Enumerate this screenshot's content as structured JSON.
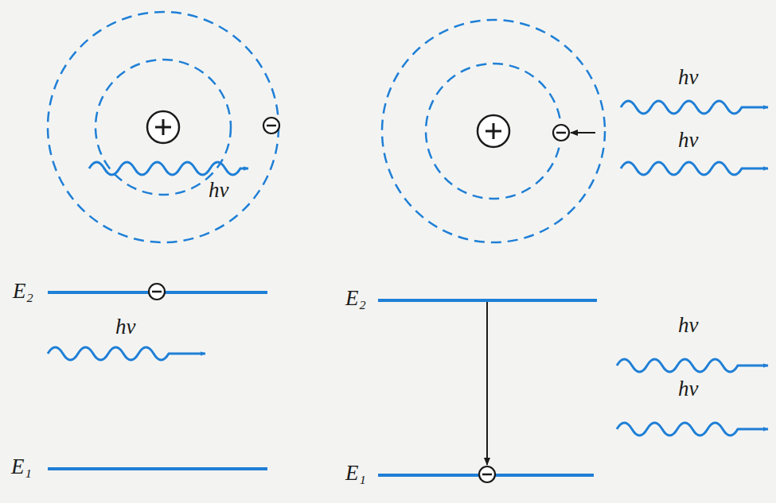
{
  "diagram": {
    "labels": [
      "hν",
      "hν",
      "hν",
      "E₂",
      "hν",
      "E₁",
      "E₂",
      "E₁",
      "hν",
      "hν"
    ]
  }
}
